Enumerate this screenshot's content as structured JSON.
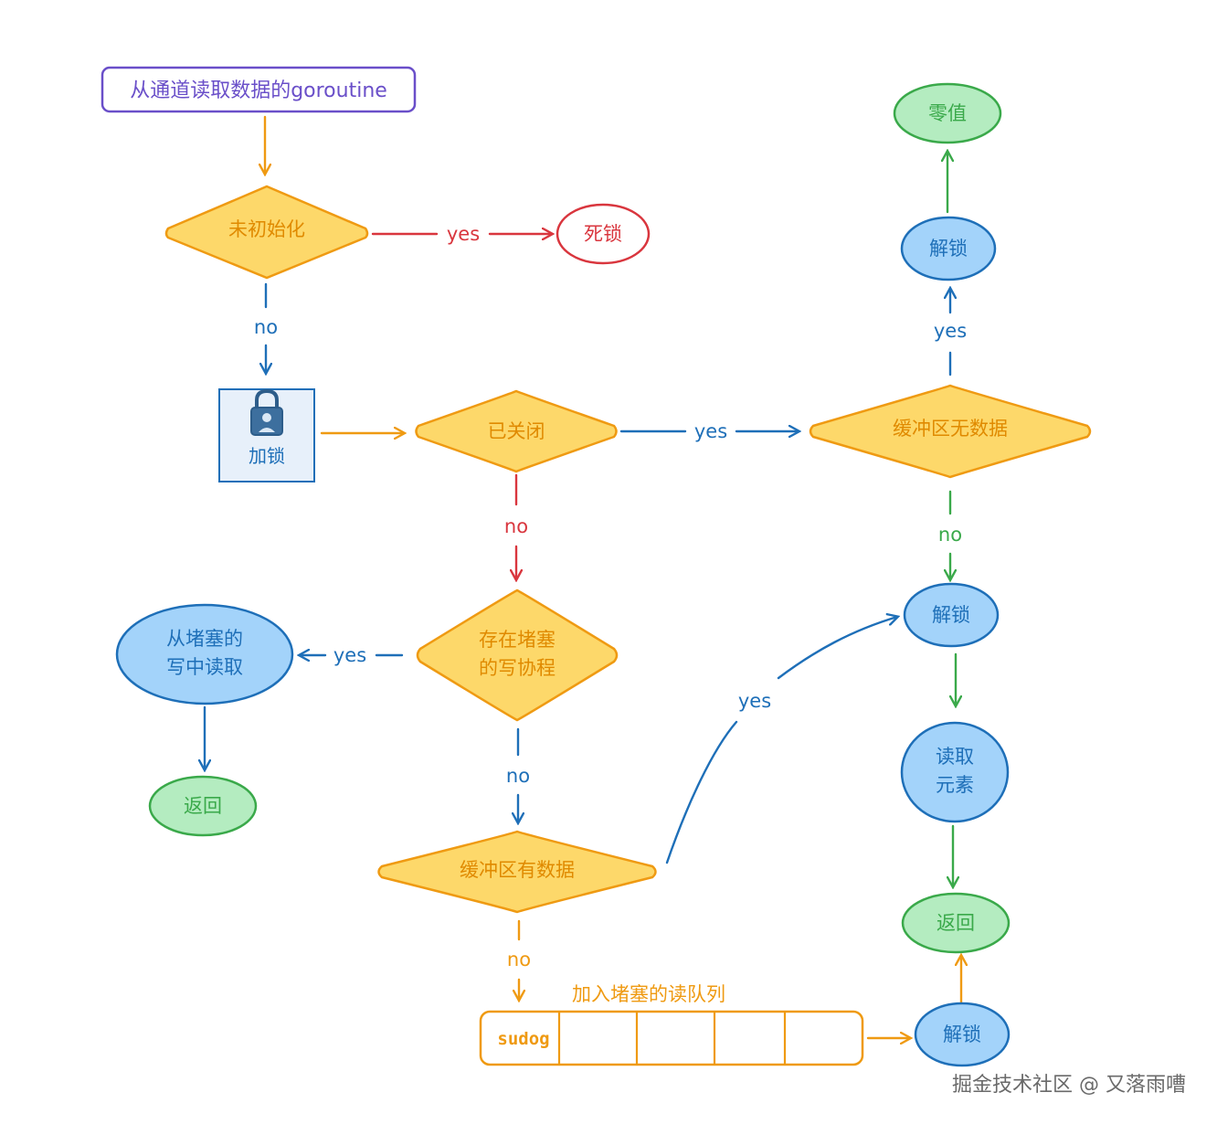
{
  "nodes": {
    "start": "从通道读取数据的goroutine",
    "uninit": "未初始化",
    "deadlock": "死锁",
    "lock": "加锁",
    "closed": "已关闭",
    "buf_empty": "缓冲区无数据",
    "unlock_top": "解锁",
    "zero_value": "零值",
    "has_writer_line1": "存在堵塞",
    "has_writer_line2": "的写协程",
    "read_from_blocked_line1": "从堵塞的",
    "read_from_blocked_line2": "写中读取",
    "return_left": "返回",
    "buf_has_data": "缓冲区有数据",
    "unlock_mid": "解锁",
    "read_elem_line1": "读取",
    "read_elem_line2": "元素",
    "return_right": "返回",
    "queue_title": "加入堵塞的读队列",
    "sudog": "sudog",
    "unlock_bottom": "解锁"
  },
  "edge_labels": {
    "uninit_yes": "yes",
    "uninit_no": "no",
    "closed_yes": "yes",
    "closed_no": "no",
    "buf_empty_yes": "yes",
    "buf_empty_no": "no",
    "has_writer_yes": "yes",
    "has_writer_no": "no",
    "buf_has_data_yes": "yes",
    "buf_has_data_no": "no"
  },
  "watermark": "掘金技术社区 @ 又落雨嘈",
  "colors": {
    "purple": "#6a4fc9",
    "orange": "#ef9a12",
    "diamond_fill": "#fdd86a",
    "red": "#d9363e",
    "blue": "#1e6fb8",
    "blue_fill": "#a3d3fa",
    "green": "#3aa94a",
    "green_fill": "#b4ecc0",
    "lock_fill": "#e7f0fa",
    "lock_icon": "lock-icon"
  }
}
